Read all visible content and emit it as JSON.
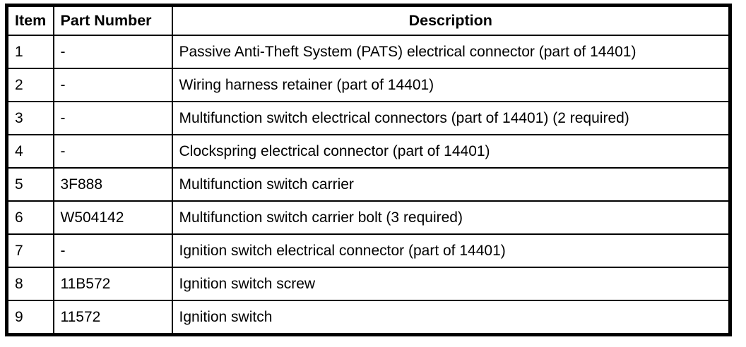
{
  "table": {
    "headers": {
      "item": "Item",
      "part_number": "Part Number",
      "description": "Description"
    },
    "rows": [
      {
        "item": "1",
        "part_number": "-",
        "description": "Passive Anti-Theft System (PATS) electrical connector (part of 14401)"
      },
      {
        "item": "2",
        "part_number": "-",
        "description": "Wiring harness retainer (part of 14401)"
      },
      {
        "item": "3",
        "part_number": "-",
        "description": "Multifunction switch electrical connectors (part of 14401) (2 required)"
      },
      {
        "item": "4",
        "part_number": "-",
        "description": "Clockspring electrical connector (part of 14401)"
      },
      {
        "item": "5",
        "part_number": "3F888",
        "description": "Multifunction switch carrier"
      },
      {
        "item": "6",
        "part_number": "W504142",
        "description": "Multifunction switch carrier bolt (3 required)"
      },
      {
        "item": "7",
        "part_number": "-",
        "description": "Ignition switch electrical connector (part of 14401)"
      },
      {
        "item": "8",
        "part_number": "11B572",
        "description": "Ignition switch screw"
      },
      {
        "item": "9",
        "part_number": "11572",
        "description": "Ignition switch"
      }
    ],
    "colors": {
      "border": "#000000",
      "background": "#ffffff",
      "text": "#000000"
    }
  }
}
